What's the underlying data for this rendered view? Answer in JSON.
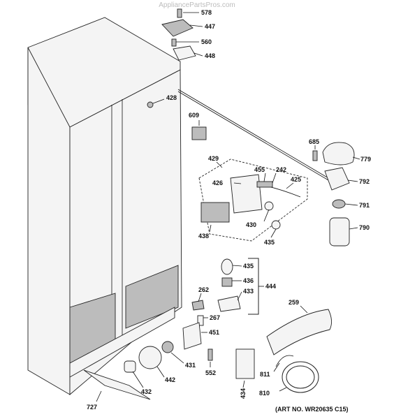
{
  "watermark": "AppliancePartsPros.com",
  "art_number": "(ART NO. WR20635 C15)",
  "callouts": {
    "c578": "578",
    "c447": "447",
    "c560": "560",
    "c448": "448",
    "c428": "428",
    "c609": "609",
    "c685": "685",
    "c779": "779",
    "c429": "429",
    "c455": "455",
    "c242": "242",
    "c426": "426",
    "c425": "425",
    "c792": "792",
    "c791": "791",
    "c430": "430",
    "c790": "790",
    "c438": "438",
    "c435a": "435",
    "c435b": "435",
    "c436": "436",
    "c433": "433",
    "c444": "444",
    "c262": "262",
    "c267": "267",
    "c259": "259",
    "c451": "451",
    "c431": "431",
    "c442": "442",
    "c552": "552",
    "c811": "811",
    "c432": "432",
    "c434": "434",
    "c810": "810",
    "c727": "727"
  }
}
